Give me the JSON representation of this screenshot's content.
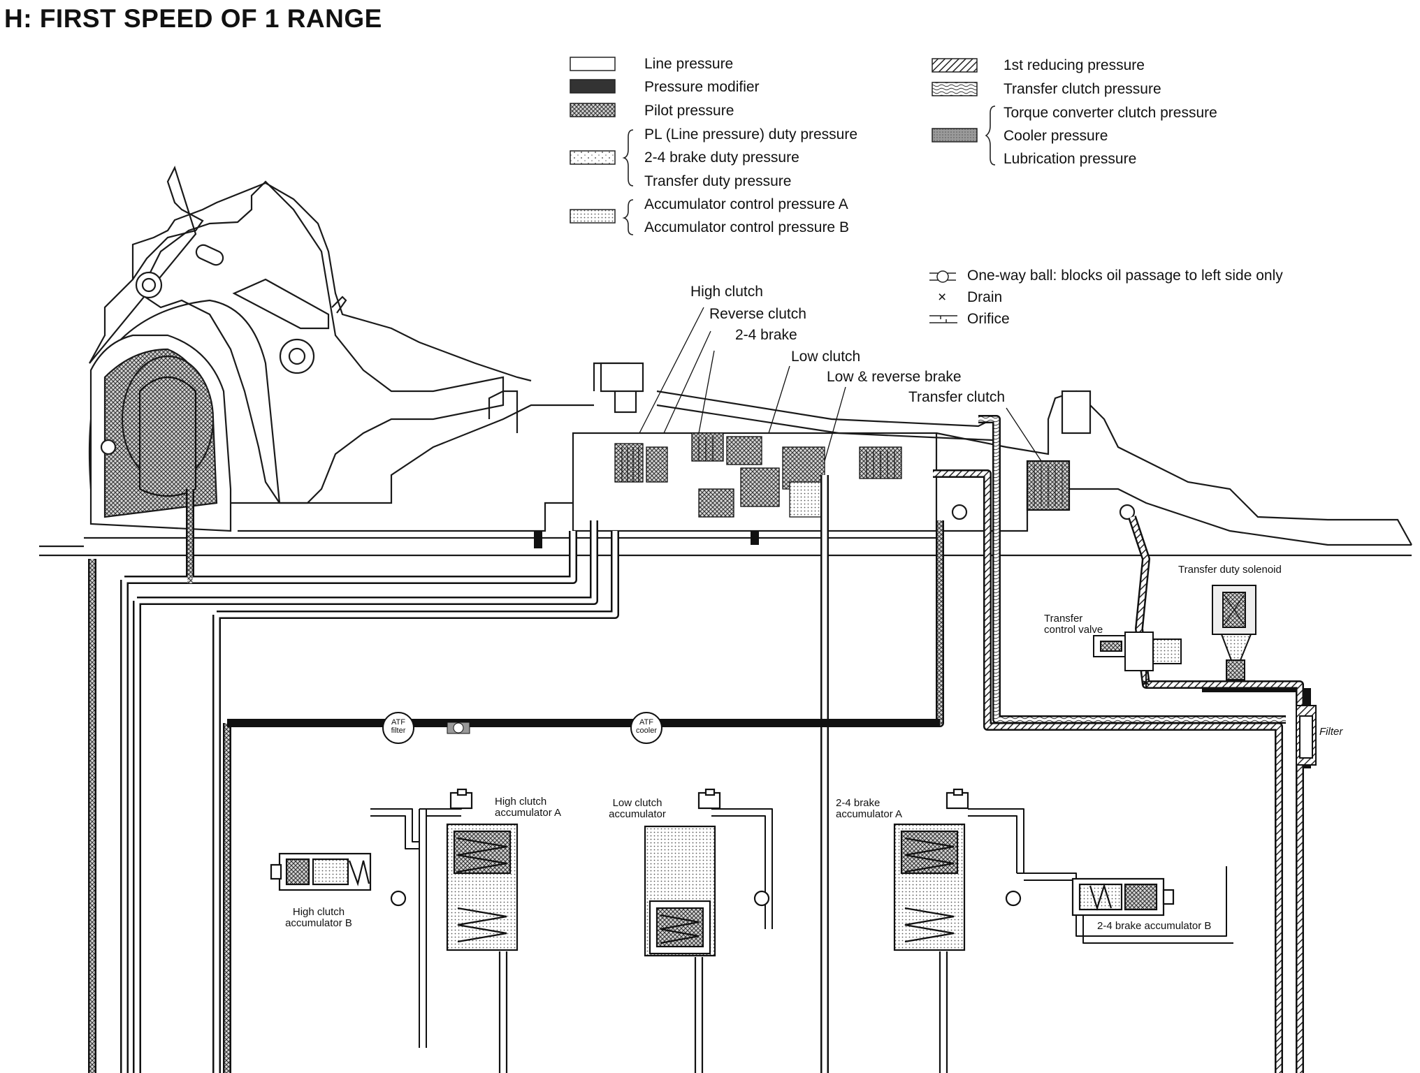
{
  "title": "H: FIRST SPEED OF 1 RANGE",
  "legend_left": {
    "line_pressure": "Line pressure",
    "pressure_modifier": "Pressure modifier",
    "pilot_pressure": "Pilot pressure",
    "pl_duty": "PL (Line pressure) duty pressure",
    "brake24_duty": "2-4 brake duty pressure",
    "transfer_duty": "Transfer duty pressure",
    "acc_ctrl_a": "Accumulator control pressure A",
    "acc_ctrl_b": "Accumulator control pressure B"
  },
  "legend_right": {
    "first_reducing": "1st reducing pressure",
    "transfer_clutch": "Transfer clutch pressure",
    "tcc": "Torque converter clutch pressure",
    "cooler": "Cooler pressure",
    "lubrication": "Lubrication pressure"
  },
  "symbols": {
    "one_way_ball": "One-way ball: blocks oil passage to left side only",
    "drain_mark": "×",
    "drain": "Drain",
    "orifice": "Orifice"
  },
  "components": {
    "high_clutch": "High clutch",
    "reverse_clutch": "Reverse clutch",
    "brake_24": "2-4 brake",
    "low_clutch": "Low clutch",
    "low_reverse_brake": "Low & reverse brake",
    "transfer_clutch": "Transfer clutch",
    "transfer_duty_solenoid": "Transfer duty solenoid",
    "transfer_control_valve_1": "Transfer",
    "transfer_control_valve_2": "control valve",
    "atf_filter_1": "ATF",
    "atf_filter_2": "filter",
    "atf_cooler_1": "ATF",
    "atf_cooler_2": "cooler",
    "filter": "Filter",
    "high_clutch_acc_a_1": "High clutch",
    "high_clutch_acc_a_2": "accumulator A",
    "high_clutch_acc_b_1": "High clutch",
    "high_clutch_acc_b_2": "accumulator B",
    "low_clutch_acc_1": "Low clutch",
    "low_clutch_acc_2": "accumulator",
    "brake24_acc_a_1": "2-4 brake",
    "brake24_acc_a_2": "accumulator A",
    "brake24_acc_b": "2-4 brake accumulator B"
  },
  "colors": {
    "ink": "#111111",
    "line_pressure": "#ffffff",
    "pressure_modifier": "#3a3a3a",
    "pilot_pressure": "#8e8e8e",
    "duty_pressure": "#e6e6e6",
    "accumulator_control": "#cfcfcf",
    "first_reducing": "#6f6f6f",
    "transfer_clutch": "#a8a8a8",
    "cooler": "#b4b4b4"
  }
}
